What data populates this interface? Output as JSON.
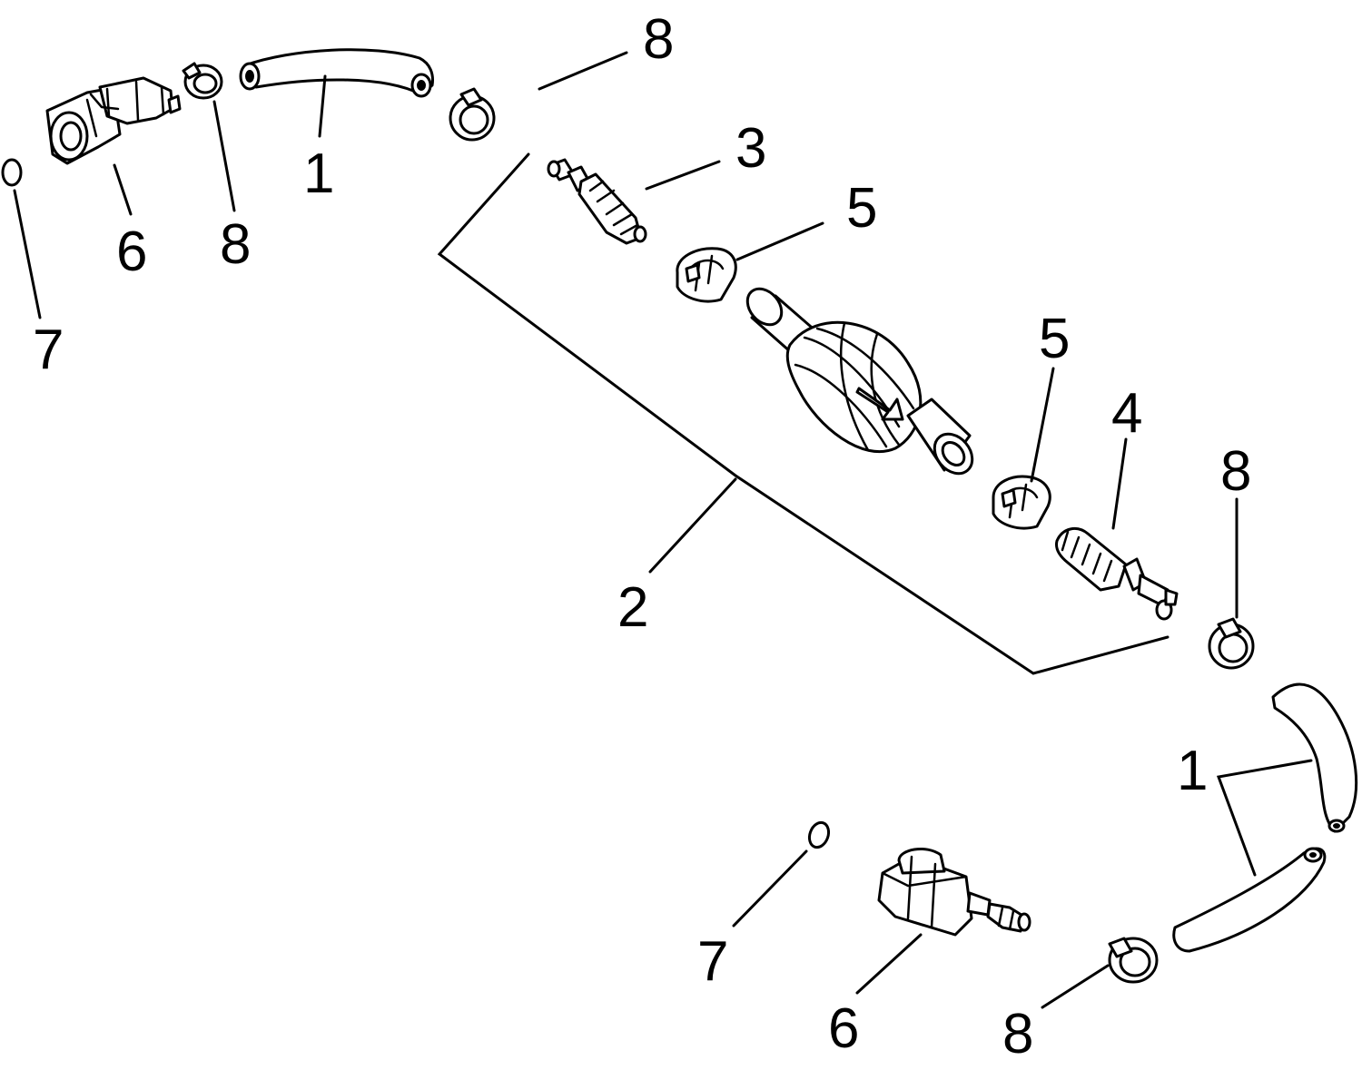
{
  "callouts": [
    {
      "id": "c1a",
      "text": "1"
    },
    {
      "id": "c1b",
      "text": "1"
    },
    {
      "id": "c2",
      "text": "2"
    },
    {
      "id": "c3",
      "text": "3"
    },
    {
      "id": "c4",
      "text": "4"
    },
    {
      "id": "c5a",
      "text": "5"
    },
    {
      "id": "c5b",
      "text": "5"
    },
    {
      "id": "c6a",
      "text": "6"
    },
    {
      "id": "c6b",
      "text": "6"
    },
    {
      "id": "c7a",
      "text": "7"
    },
    {
      "id": "c7b",
      "text": "7"
    },
    {
      "id": "c8a",
      "text": "8"
    },
    {
      "id": "c8b",
      "text": "8"
    },
    {
      "id": "c8c",
      "text": "8"
    },
    {
      "id": "c8d",
      "text": "8"
    }
  ]
}
